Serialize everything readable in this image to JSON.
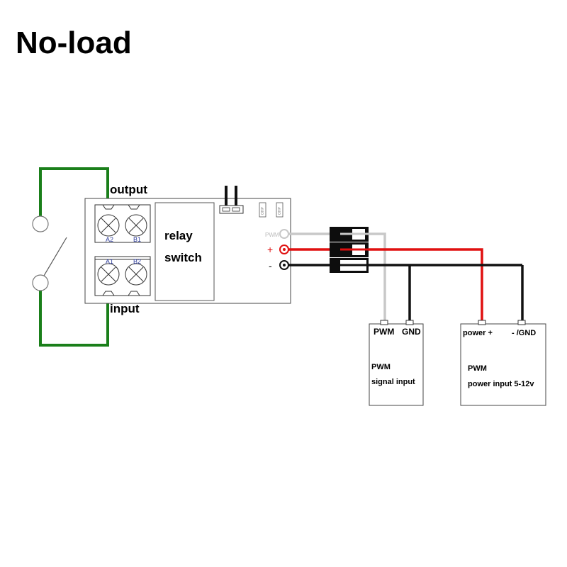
{
  "title": "No-load",
  "relay_board": {
    "output_label": "output",
    "input_label": "input",
    "relay_label_line1": "relay",
    "relay_label_line2": "switch",
    "terminal_top_pins": [
      "A2",
      "B1"
    ],
    "terminal_bottom_pins": [
      "A1",
      "B2"
    ],
    "header_pins": [
      "PWM",
      "+",
      "-"
    ],
    "led_labels": [
      "OHP",
      "OHP"
    ]
  },
  "signal_module": {
    "pin_pwm": "PWM",
    "pin_gnd": "GND",
    "line1": "PWM",
    "line2": "signal input"
  },
  "power_module": {
    "pin_plus": "power +",
    "pin_minus": "- /GND",
    "line1": "PWM",
    "line2": "power input 5-12v"
  },
  "colors": {
    "load_wire": "#1a7f1a",
    "pwm_wire": "#c8c8c8",
    "plus_wire": "#e01010",
    "gnd_wire": "#111111"
  }
}
